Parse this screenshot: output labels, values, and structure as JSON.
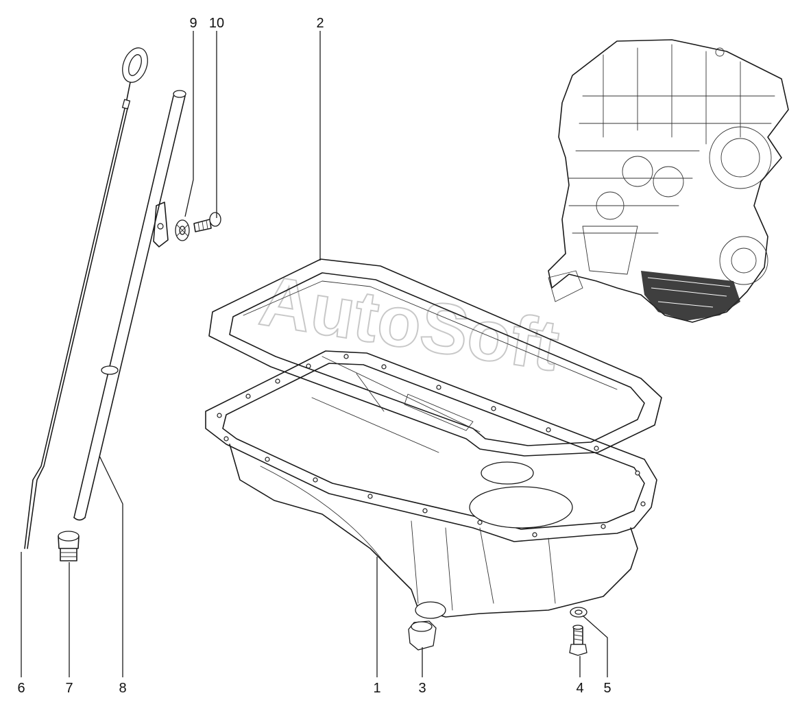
{
  "watermark": "AutoSoft",
  "parts": [
    {
      "number": "1",
      "name": "oil pan"
    },
    {
      "number": "2",
      "name": "oil pan gasket"
    },
    {
      "number": "3",
      "name": "drain plug"
    },
    {
      "number": "4",
      "name": "bolt"
    },
    {
      "number": "5",
      "name": "washer"
    },
    {
      "number": "6",
      "name": "oil dipstick"
    },
    {
      "number": "7",
      "name": "dipstick plug"
    },
    {
      "number": "8",
      "name": "dipstick guide tube"
    },
    {
      "number": "9",
      "name": "washer"
    },
    {
      "number": "10",
      "name": "bolt"
    }
  ]
}
